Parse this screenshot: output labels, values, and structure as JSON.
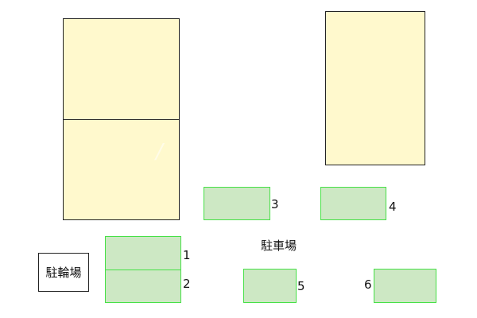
{
  "labels": {
    "parking_lot": "駐車場",
    "bicycle_parking": "駐輪場"
  },
  "spaces": [
    {
      "number": "1"
    },
    {
      "number": "2"
    },
    {
      "number": "3"
    },
    {
      "number": "4"
    },
    {
      "number": "5"
    },
    {
      "number": "6"
    }
  ],
  "colors": {
    "building_fill": "#fff9cd",
    "building_border": "#222222",
    "space_fill": "#cde8c4",
    "space_border": "#46e046"
  }
}
